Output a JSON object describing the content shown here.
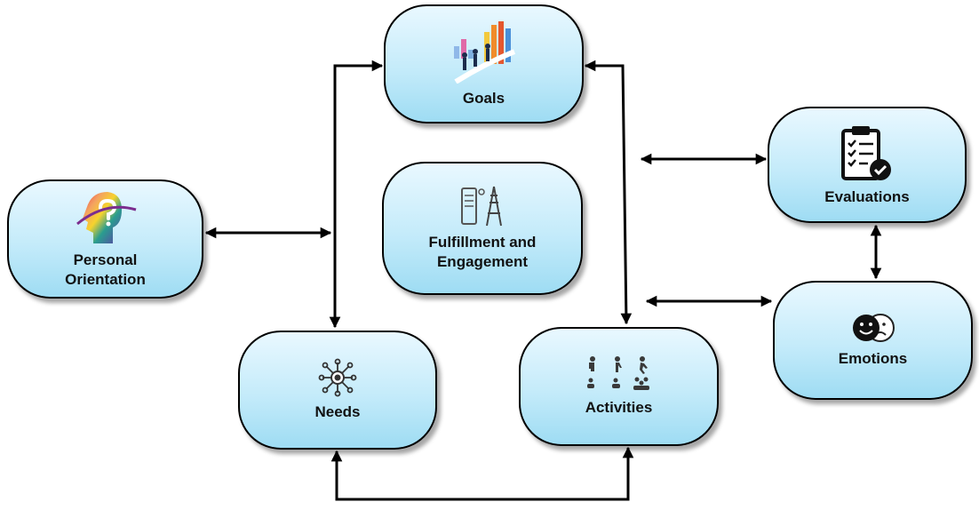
{
  "nodes": {
    "goals": "Goals",
    "fulfillment": "Fulfillment and Engagement",
    "personal": "Personal Orientation",
    "evaluations": "Evaluations",
    "emotions": "Emotions",
    "needs": "Needs",
    "activities": "Activities"
  },
  "colors": {
    "node_fill_top": "#e9f8ff",
    "node_fill_bottom": "#9edcf3",
    "stroke": "#000000"
  },
  "icons": {
    "goals": "people-climbing-bar-chart-icon",
    "fulfillment": "mobile-device-and-tower-icon",
    "personal": "rainbow-head-question-mark-icon",
    "evaluations": "clipboard-checklist-icon",
    "emotions": "happy-sad-faces-icon",
    "needs": "network-hub-icon",
    "activities": "people-activities-icon"
  }
}
